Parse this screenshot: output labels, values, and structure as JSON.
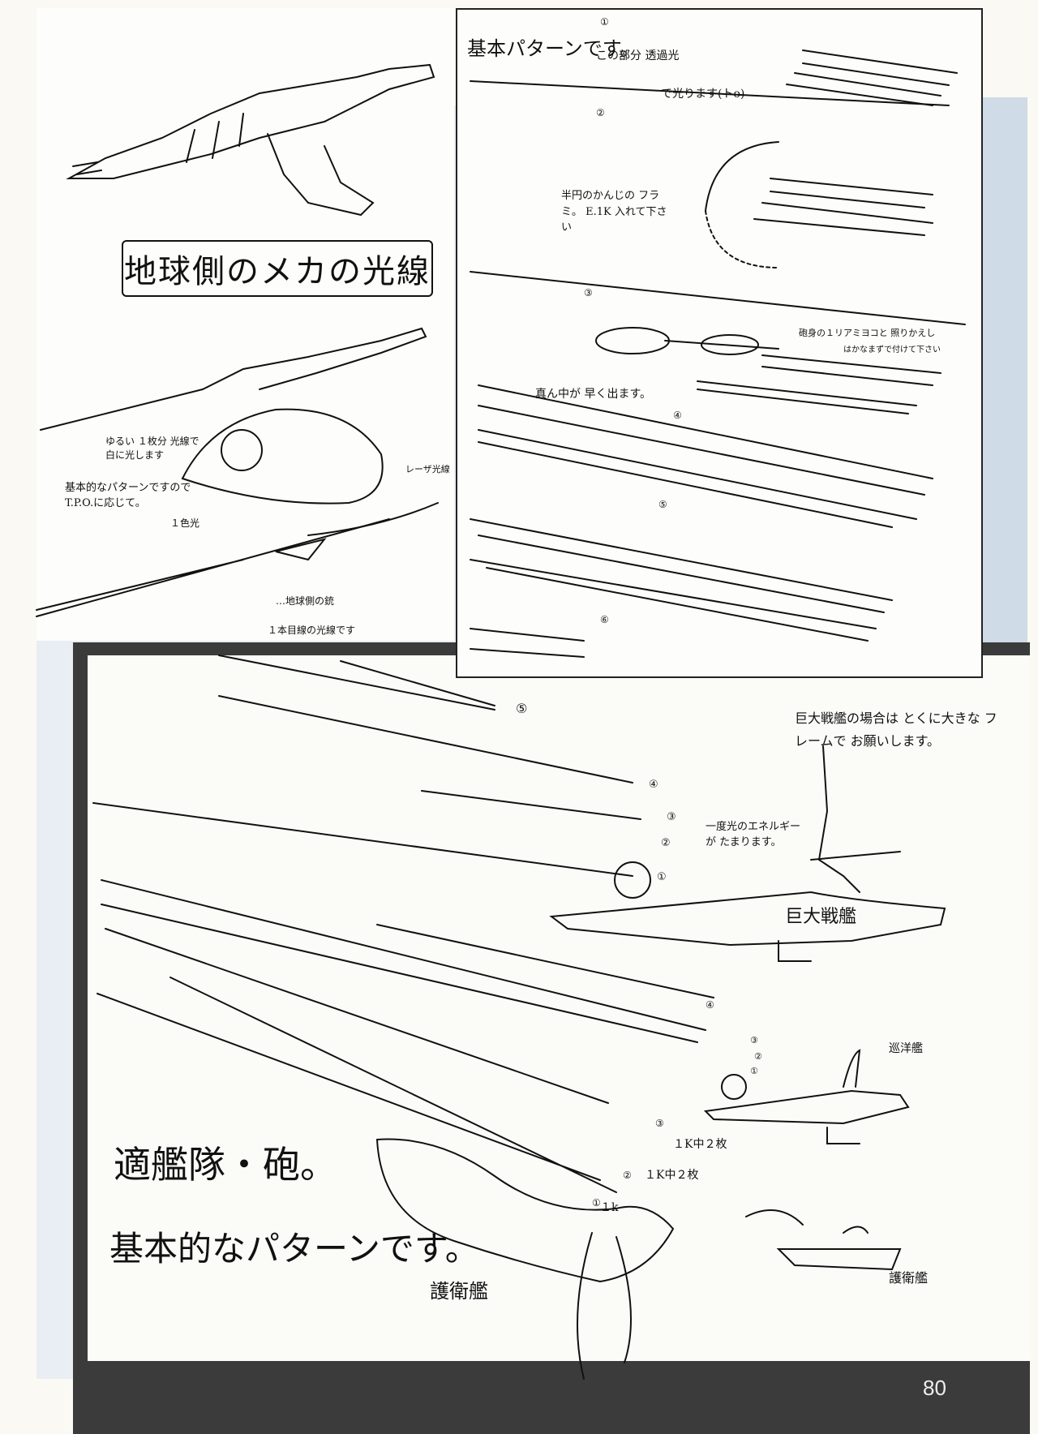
{
  "page": {
    "number": "80"
  },
  "top_left": {
    "title": "地球側のメカの光線",
    "note_1": "ゆるい １枚分 光線で白に光します",
    "note_2": "基本的なパターンですので T.P.O.に応じて。",
    "note_3": "レーザ光線",
    "note_4": "１色光",
    "note_5": "…地球側の銃",
    "note_6": "１本目線の光線です"
  },
  "top_right": {
    "heading": "基本パターンです。",
    "note_0a": "この部分 透過光",
    "note_0b": "で光ります(トo)",
    "step_1": "①",
    "step_2": "②",
    "note_2": "半円のかんじの フラミ。 E.1K 入れて下さい",
    "step_3": "③",
    "note_3a": "砲身の１リアミヨコと 照りかえし",
    "note_3b": "はかなまずで付けて下さい",
    "note_3c": "真ん中が 早く出ます。",
    "step_4": "④",
    "step_5": "⑤",
    "step_6": "⑥"
  },
  "bottom": {
    "step_5": "⑤",
    "step_4": "④",
    "step_3": "③",
    "step_2": "②",
    "step_1": "①",
    "note_big_ship": "巨大戦艦の場合は とくに大きな フレームで お願いします。",
    "note_charge": "一度光のエネルギーが たまります。",
    "big_ship": "巨大戦艦",
    "cruiser": "巡洋艦",
    "step_4b": "④",
    "step_3b": "③",
    "step_2b": "②",
    "step_1b": "①",
    "frame_1": "１K中２枚",
    "frame_2": "１K中２枚",
    "frame_3": "１k",
    "step_3c": "③",
    "step_2c": "②",
    "step_1c": "①",
    "heading_1": "適艦隊・砲。",
    "heading_2": "基本的なパターンです。",
    "escort_1": "護衛艦",
    "escort_2": "護衛艦"
  }
}
